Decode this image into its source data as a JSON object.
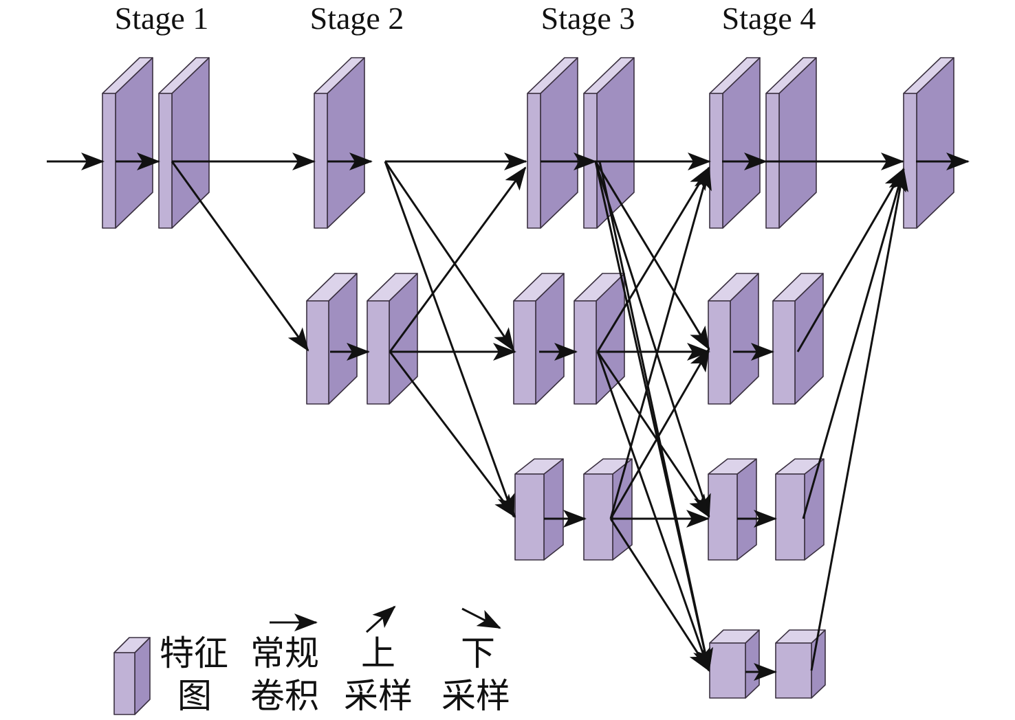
{
  "diagram": {
    "stages": [
      "Stage 1",
      "Stage 2",
      "Stage 3",
      "Stage 4"
    ],
    "colors": {
      "front": "#c0b2d6",
      "side": "#a08fc0",
      "top": "#dcd3ea",
      "edge": "#3a3040",
      "arrow": "#111111"
    },
    "legend": [
      {
        "type": "feature-map",
        "line1": "特征",
        "line2": "图"
      },
      {
        "type": "regular-conv",
        "line1": "常规",
        "line2": "卷积"
      },
      {
        "type": "upsample",
        "line1": "上",
        "line2": "采样"
      },
      {
        "type": "downsample",
        "line1": "下",
        "line2": "采样"
      }
    ]
  }
}
